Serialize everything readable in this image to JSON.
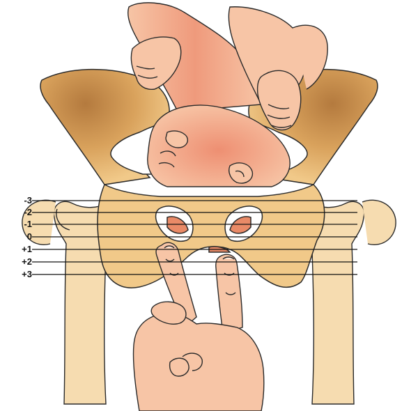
{
  "illustration": {
    "subject": "fetal head engaged in maternal pelvis with examining fingers",
    "colors": {
      "bone": "#f1c989",
      "bone_shadow": "#b47a3e",
      "bone_pale": "#f6dcb0",
      "skin": "#f7c5a6",
      "skin_blush": "#ee8f72",
      "outline": "#2a2a2a",
      "foramen_red": "#e98a67"
    },
    "icons": [
      "fetus-illustration",
      "pelvis-illustration",
      "femur-illustration",
      "hand-illustration"
    ]
  },
  "station_scale": {
    "labels": [
      "-3",
      "-2",
      "-1",
      "0",
      "+1",
      "+2",
      "+3"
    ]
  }
}
